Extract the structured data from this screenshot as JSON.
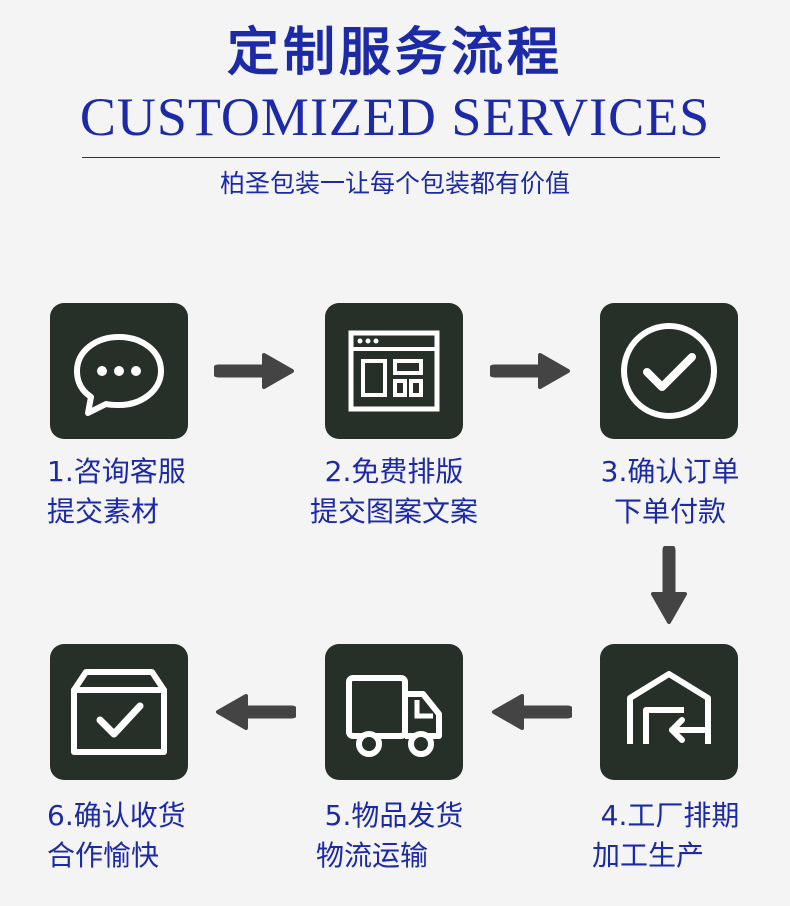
{
  "header": {
    "title": "定制服务流程",
    "subtitle": "CUSTOMIZED SERVICES",
    "tagline": "柏圣包装一让每个包装都有价值"
  },
  "colors": {
    "accent": "#1c2aa8",
    "tile": "#263029",
    "arrow": "#444444",
    "background": "#f4f4f4"
  },
  "steps": [
    {
      "line1": "1.咨询客服",
      "line2": "提交素材",
      "icon": "chat-bubble-icon"
    },
    {
      "line1": "2.免费排版",
      "line2": "提交图案文案",
      "icon": "layout-window-icon"
    },
    {
      "line1": "3.确认订单",
      "line2": "下单付款",
      "icon": "check-circle-icon"
    },
    {
      "line1": "4.工厂排期",
      "line2": "加工生产",
      "icon": "warehouse-icon"
    },
    {
      "line1": "5.物品发货",
      "line2": "物流运输",
      "icon": "delivery-truck-icon"
    },
    {
      "line1": "6.确认收货",
      "line2": "合作愉快",
      "icon": "box-check-icon"
    }
  ]
}
